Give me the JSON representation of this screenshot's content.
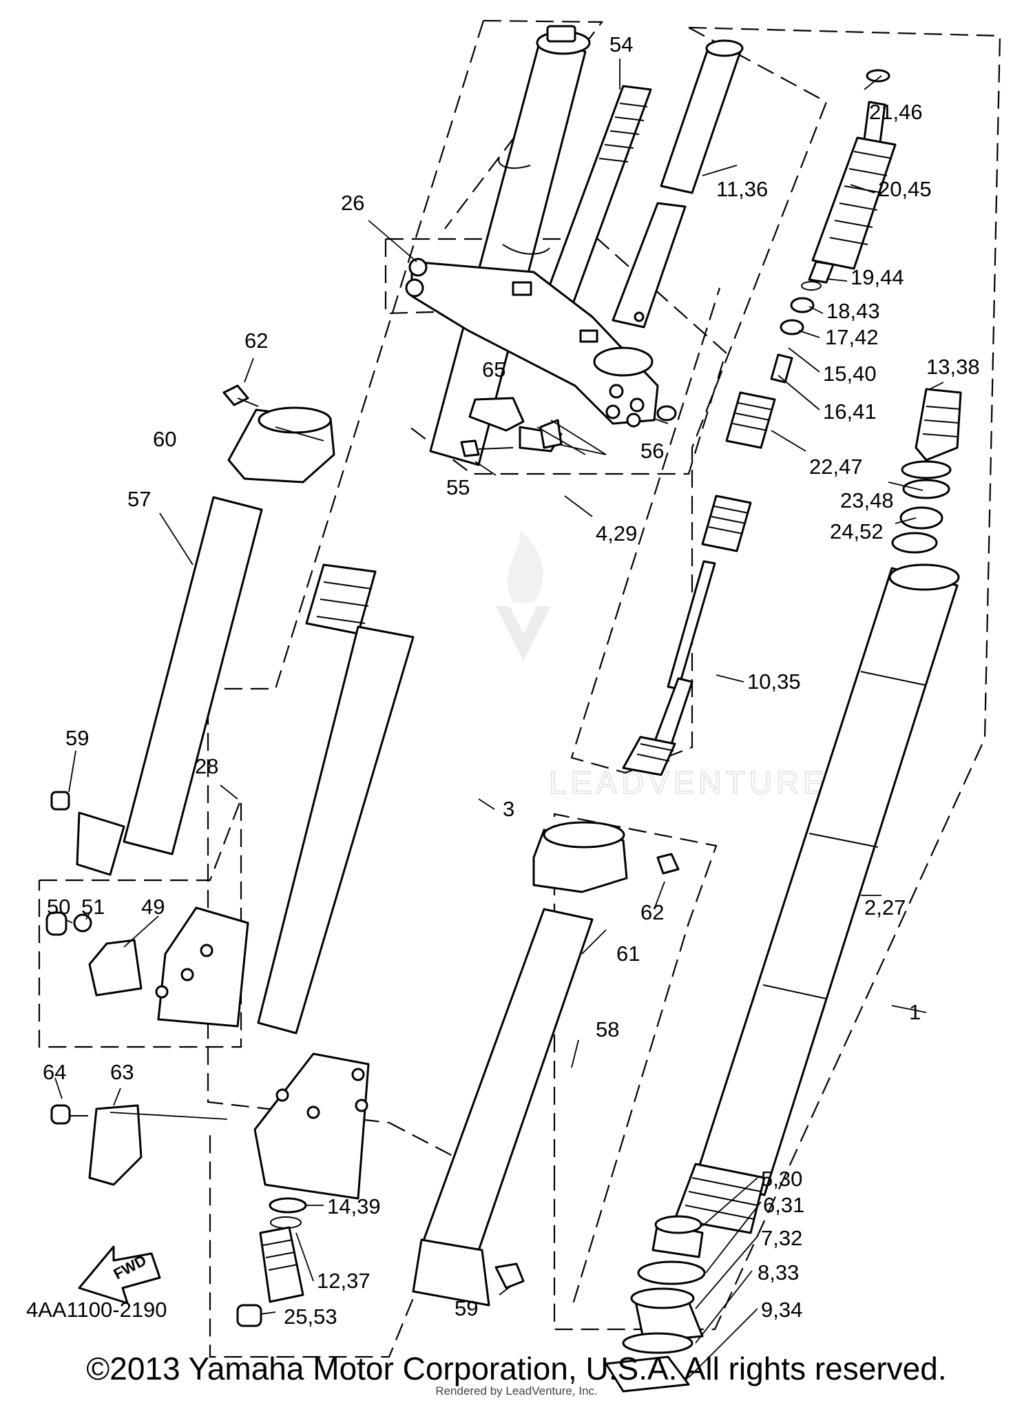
{
  "diagram_code": "4AA1100-2190",
  "fwd_label": "FWD",
  "watermark": "LEADVENTURE",
  "copyright": "©2013 Yamaha Motor Corporation, U.S.A. All rights reserved.",
  "rendered_by": "Rendered by LeadVenture, Inc.",
  "callouts": [
    "1",
    "2,27",
    "3",
    "4,29",
    "5,30",
    "6,31",
    "7,32",
    "8,33",
    "9,34",
    "10,35",
    "11,36",
    "12,37",
    "13,38",
    "14,39",
    "15,40",
    "16,41",
    "17,42",
    "18,43",
    "19,44",
    "20,45",
    "21,46",
    "22,47",
    "23,48",
    "24,52",
    "25,53",
    "26",
    "28",
    "49",
    "50",
    "51",
    "54",
    "55",
    "56",
    "57",
    "58",
    "59",
    "59",
    "60",
    "61",
    "62",
    "62",
    "63",
    "64",
    "65"
  ]
}
